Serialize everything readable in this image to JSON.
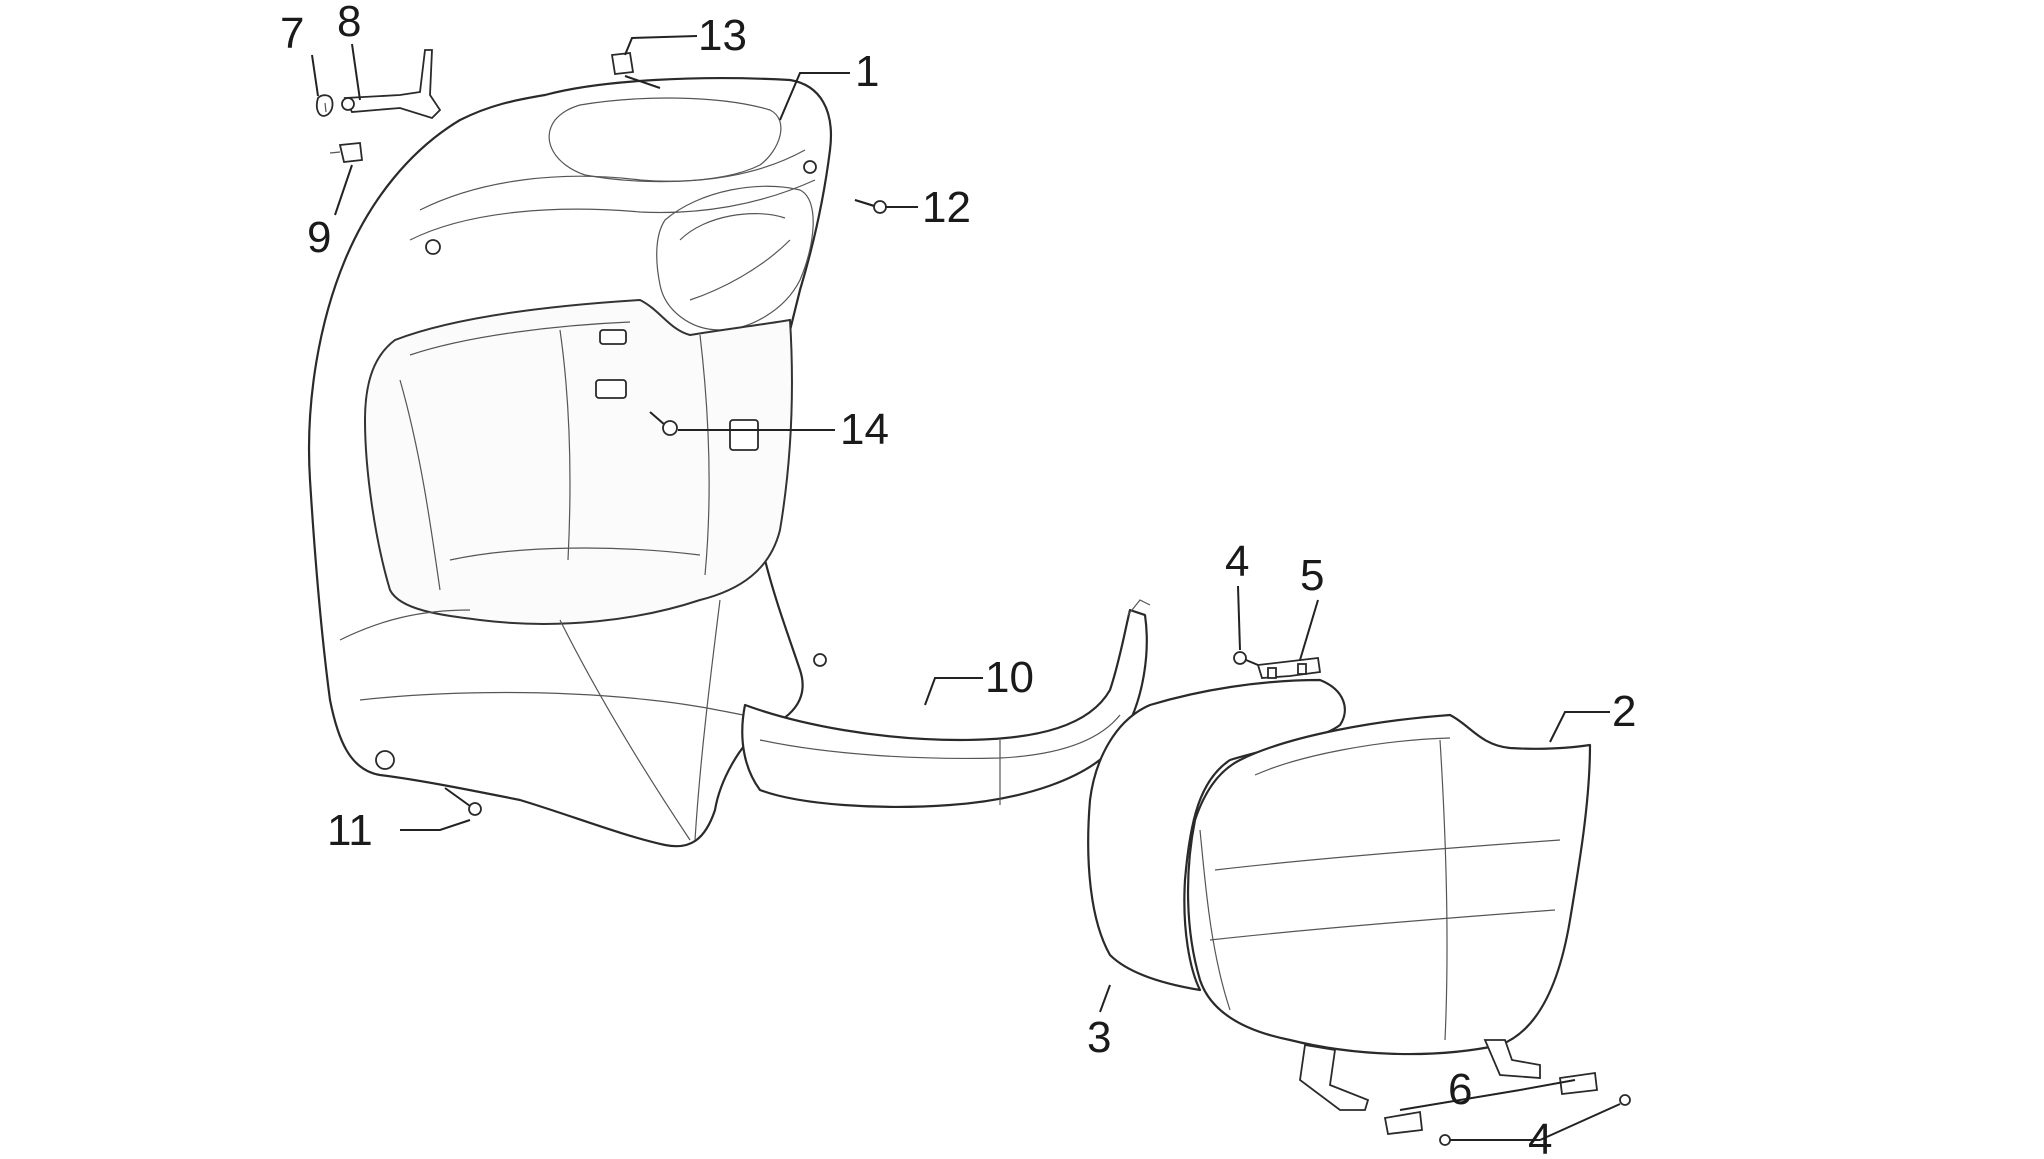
{
  "labels": {
    "p1": "1",
    "p2": "2",
    "p3": "3",
    "p4a": "4",
    "p4b": "4",
    "p5": "5",
    "p6": "6",
    "p7": "7",
    "p8": "8",
    "p9": "9",
    "p10": "10",
    "p11": "11",
    "p12": "12",
    "p13": "13",
    "p14": "14"
  }
}
